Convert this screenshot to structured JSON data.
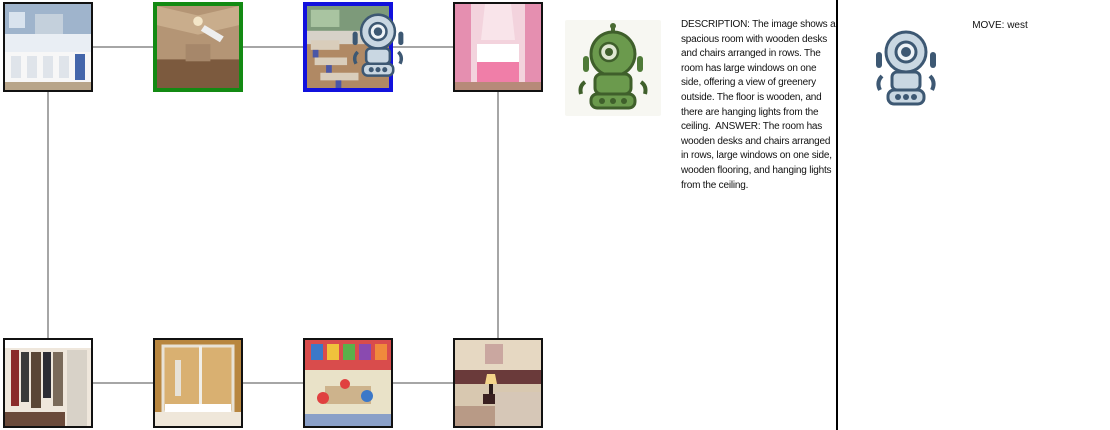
{
  "map": {
    "rooms": [
      {
        "id": "living-room",
        "row": 0,
        "col": 0,
        "state": "normal"
      },
      {
        "id": "attic",
        "row": 0,
        "col": 1,
        "state": "target"
      },
      {
        "id": "classroom-desks",
        "row": 0,
        "col": 2,
        "state": "current"
      },
      {
        "id": "pink-bedroom",
        "row": 0,
        "col": 3,
        "state": "normal"
      },
      {
        "id": "closet",
        "row": 1,
        "col": 0,
        "state": "normal"
      },
      {
        "id": "shower-room",
        "row": 1,
        "col": 1,
        "state": "normal"
      },
      {
        "id": "kids-classroom",
        "row": 1,
        "col": 2,
        "state": "normal"
      },
      {
        "id": "hotel-bedroom",
        "row": 1,
        "col": 3,
        "state": "normal"
      }
    ],
    "connections": [
      [
        "living-room",
        "attic"
      ],
      [
        "attic",
        "classroom-desks"
      ],
      [
        "classroom-desks",
        "pink-bedroom"
      ],
      [
        "living-room",
        "closet"
      ],
      [
        "pink-bedroom",
        "hotel-bedroom"
      ],
      [
        "closet",
        "shower-room"
      ],
      [
        "shower-room",
        "kids-classroom"
      ],
      [
        "kids-classroom",
        "hotel-bedroom"
      ]
    ],
    "colors": {
      "target_border": "#138a13",
      "current_border": "#1111dd",
      "edge": "#888888"
    }
  },
  "agent": {
    "description": "DESCRIPTION: The image shows a spacious room with wooden desks and chairs arranged in rows. The room has large windows on one side, offering a view of greenery outside. The floor is wooden, and there are hanging lights from the ceiling.  ANSWER: The room has wooden desks and chairs arranged in rows, large windows on one side, wooden flooring, and hanging lights from the ceiling.",
    "avatar_icon": "green-robot-icon",
    "avatar_color": "#6b9a4d"
  },
  "move": {
    "label": "MOVE: west",
    "robot_icon": "blue-robot-icon"
  }
}
